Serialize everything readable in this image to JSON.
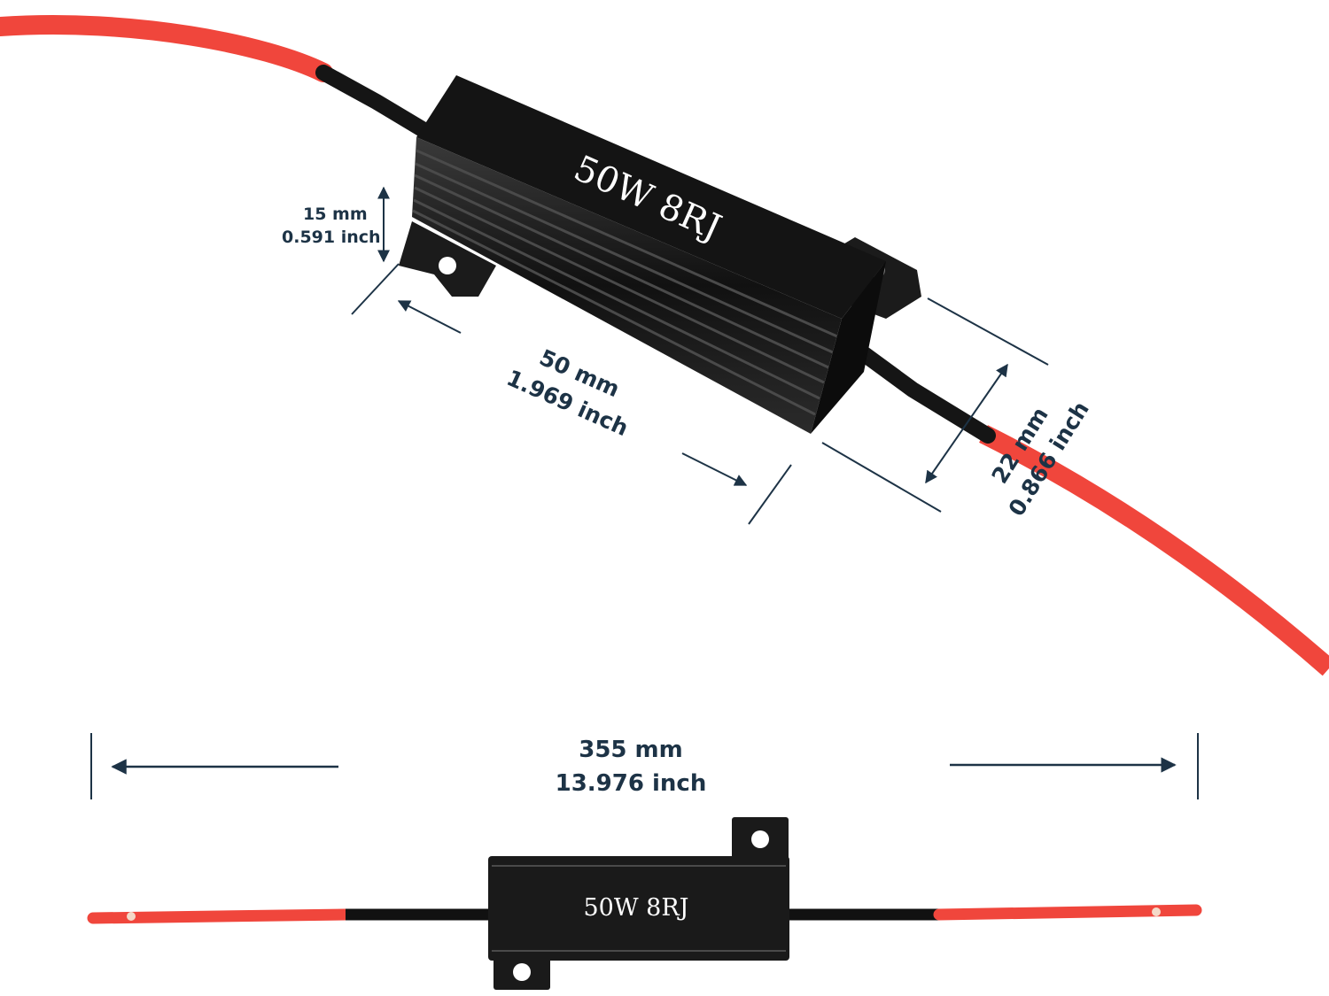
{
  "top_view": {
    "body_label": "50W  8RJ",
    "height": {
      "mm": "15 mm",
      "inch": "0.591 inch"
    },
    "length": {
      "mm": "50 mm",
      "inch": "1.969 inch"
    },
    "width": {
      "mm": "22 mm",
      "inch": "0.866 inch"
    }
  },
  "side_view": {
    "body_label": "50W  8RJ",
    "total_length": {
      "mm": "355 mm",
      "inch": "13.976 inch"
    }
  },
  "colors": {
    "wire_red": "#f0463c",
    "wire_black": "#111111",
    "body_black": "#1a1a1a",
    "dimension": "#1d3346"
  }
}
